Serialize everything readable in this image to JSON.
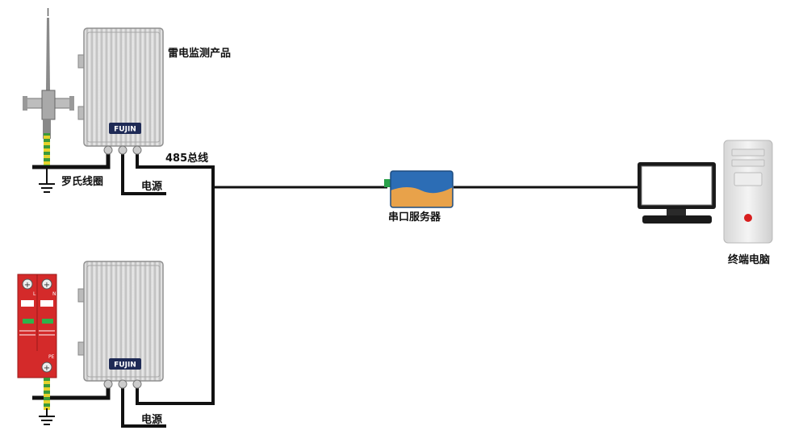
{
  "labels": {
    "product": "雷电监测产品",
    "bus": "485总线",
    "rogowski": "罗氏线圈",
    "power_top": "电源",
    "power_bottom": "电源",
    "serial_server": "串口服务器",
    "terminal_pc": "终端电脑"
  },
  "device_logo": "FUJIN",
  "spd_labels": {
    "l": "L",
    "n": "N",
    "pe": "PE"
  },
  "colors": {
    "wire": "#111111",
    "enclosure": "#d9d9d9",
    "spd_red": "#d42a2a",
    "serial_blue": "#2c6db5",
    "serial_orange": "#e8a24a",
    "ground_stripe_green": "#3a9a3a",
    "ground_stripe_yellow": "#e6d22a",
    "pc_led": "#d81e1e"
  },
  "icons": [
    "lightning-rod-icon",
    "ground-icon",
    "monitor-icon",
    "pc-tower-icon"
  ]
}
